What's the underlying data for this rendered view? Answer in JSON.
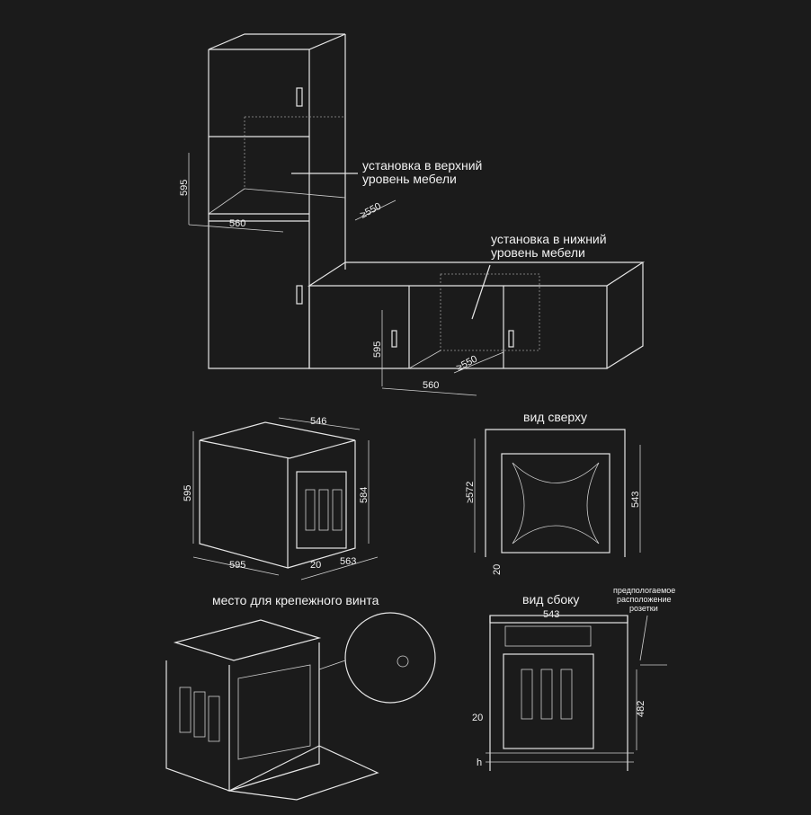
{
  "upper_install": {
    "line1": "установка в верхний",
    "line2": "уровень мебели",
    "dim_height": "595",
    "dim_width": "560",
    "dim_depth": "≥550"
  },
  "lower_install": {
    "line1": "установка в нижний",
    "line2": "уровень мебели",
    "dim_height": "595",
    "dim_width": "560",
    "dim_depth": "≥550"
  },
  "oven_dims": {
    "width": "546",
    "height_outer": "595",
    "height_inner": "584",
    "front_width": "595",
    "door": "20",
    "depth": "563"
  },
  "top_view": {
    "title": "вид сверху",
    "depth_min": "≥572",
    "inner": "543",
    "offset": "20"
  },
  "screw": {
    "title": "место для крепежного винта"
  },
  "side_view": {
    "title": "вид сбоку",
    "width": "543",
    "socket_line1": "предпологаемое",
    "socket_line2": "расположение",
    "socket_line3": "розетки",
    "offset": "20",
    "height": "482",
    "gap": "h"
  }
}
